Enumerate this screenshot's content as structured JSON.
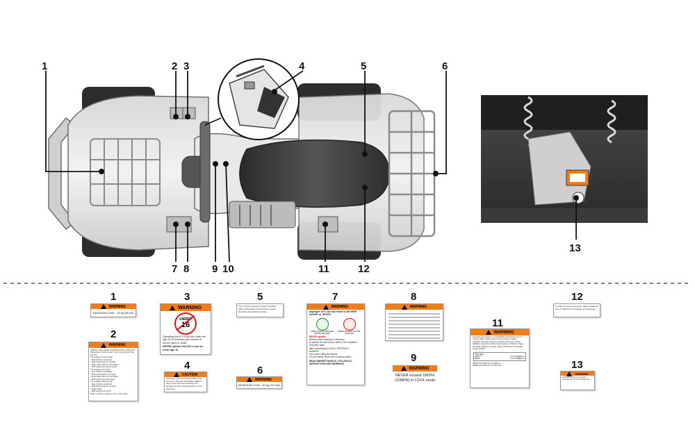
{
  "callouts": {
    "c1": "1",
    "c2": "2",
    "c3": "3",
    "c4": "4",
    "c5": "5",
    "c6": "6",
    "c7": "7",
    "c8": "8",
    "c9": "9",
    "c10": "10",
    "c11": "11",
    "c12": "12",
    "c13": "13"
  },
  "labels": {
    "l1": {
      "num": "1",
      "header": "WARNING",
      "text": "MAXIMUM LOAD : 35 kg (80 lbs)"
    },
    "l2": {
      "num": "2",
      "header": "WARNING",
      "text": "Failure to stop vehicle completely before shifting the transmission could result in your being thrown from the ATV.\nTO engage reverse range:\n- Stop vehicle completely.\n- Shift transmission to neutral.\n- Apply either hand or foot brake.\n- Shift range lever into R range.\nTO engage drive range:\n- Stop vehicle completely.\n- Shift transmission to neutral.\n- Apply either hand or foot brake.\n- Shift range lever into range.\nTO engage parking range:\n- Stop vehicle completely.\n- Shift transmission to neutral.\n- Apply brake.\n- Shift range lever into P.\nRefer to owner's guide for more information."
    },
    "l3": {
      "num": "3",
      "header": "WARNING",
      "under": "UNDER",
      "age": "16",
      "text": "Operating this ATV if you are under the age of 16 increases your chance of severe injury or death.",
      "never": "NEVER operate this ATV if you are under age 16."
    },
    "l4": {
      "num": "4",
      "header": "CAUTION",
      "text": "Accessory must not exceed 100W. Only use one in the seat. Exceeding 100W or using more than one accessory can damage the ATV electrical system or the accessory."
    },
    "l5": {
      "num": "5",
      "text": "Your vehicle's keysets contains important safety information and instructions which should be kept with the vehicle."
    },
    "l6": {
      "num": "6",
      "header": "WARNING",
      "text": "MAXIMUM LOAD : 50 kg (110 lbs)"
    },
    "l7": {
      "num": "7",
      "header": "WARNING",
      "lead": "Improper ATV use can result in SEVERE INJURY or DEATH.",
      "icon_a": "ALWAYS USE AN APPROVED HELMET AND GEAR",
      "icon_b": "NEVER USE WITH ALCOHOL OR DRUGS",
      "never": "NEVER operate:",
      "bul1": "without proper training or instruction.",
      "bul2": "at speeds too fast for your skills or the conditions.",
      "bul3": "on public roads.",
      "bul4": "after consuming ALCOHOL OR DRUGS.",
      "always": "ALWAYS:",
      "bul5": "use proper riding techniques.",
      "bul6": "for your safety, never turn on narrow paths.",
      "foot": "READ OWNER'S MANUAL. FOLLOW ALL INSTRUCTIONS AND WARNINGS."
    },
    "l8": {
      "num": "8",
      "header": "WARNING"
    },
    "l9": {
      "num": "9",
      "header": "WARNING",
      "line1": "NEVER exceed 16KPH",
      "line2": "(10MPH) in LOCK mode"
    },
    "l11": {
      "num": "11",
      "header": "WARNING",
      "text": "Improper tire pressure or overloading could cause loss of control, which might result in severe injury or death.\nALWAYS maintain proper tire pressure as shown below.\nNEVER exceed the vehicle load capacity of 169 lbs (77kg), including weight of operator, cargo, accessories and trailer tongue weight.",
      "tire_label": "TIRE SIZE:",
      "front": "FRONT",
      "rear": "REAR",
      "p1": "7 psi (0.49kgf/cm²)",
      "p2": "7 psi (0.49kgf/cm²)",
      "sizes": "(FRONT) AT 25X8-12 / AT 25X8-12\n(REAR) AT 25X10-12 / AT 25X10-12"
    },
    "l12": {
      "num": "12",
      "text": "In order to ensure passenger safety, please be sure to follow the instructions and warnings."
    },
    "l13": {
      "num": "13",
      "header": "WARNING",
      "text": "Exhaust system is hot when running. Do not touch when hot."
    }
  },
  "colors": {
    "warning_orange": "#f07d1a",
    "callout_line": "#111111"
  }
}
